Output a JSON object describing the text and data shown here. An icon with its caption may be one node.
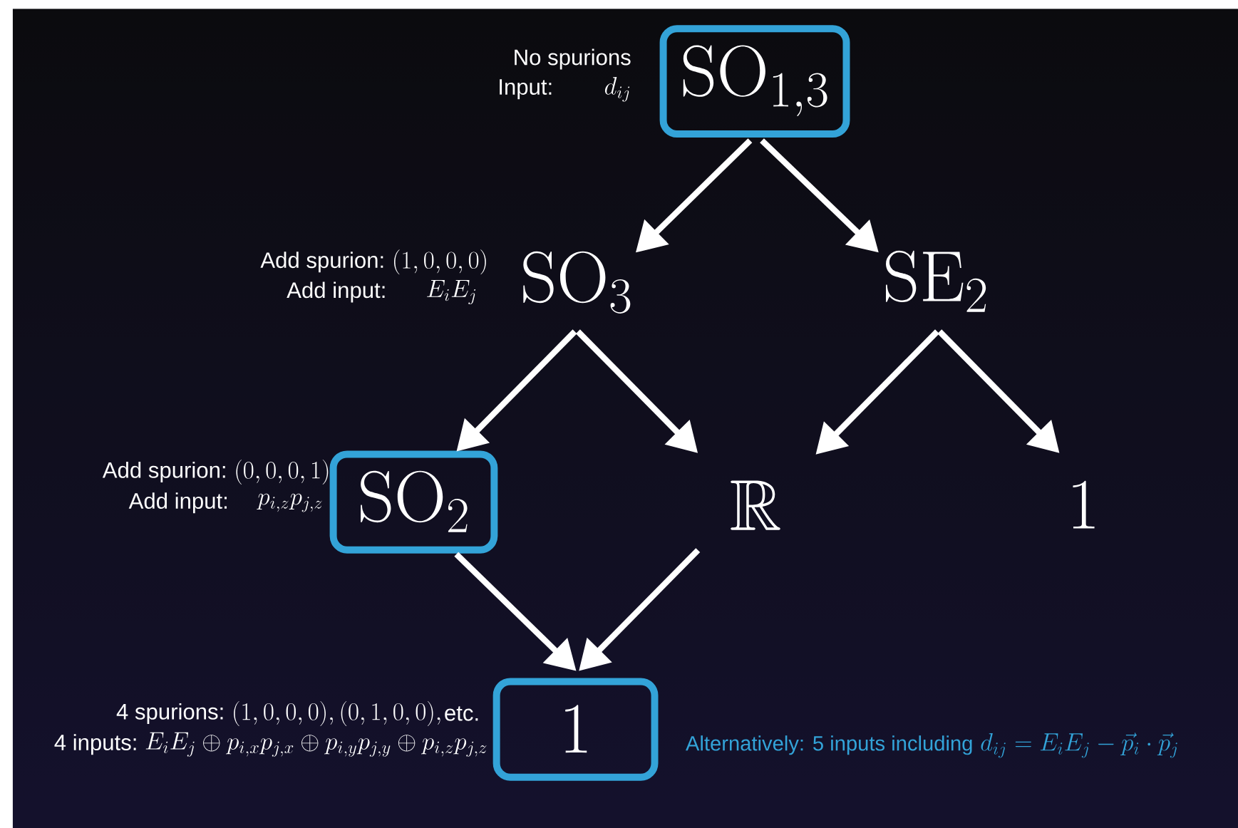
{
  "diagram": {
    "nodes": [
      {
        "text": [
          "\\mathrm{SO}_{1,3}"
        ],
        "beside": [
          "No spurions",
          "Input:",
          "d_{ij}"
        ]
      },
      {
        "text": [
          "\\mathrm{SO}_{3}"
        ],
        "beside": [
          "Add spurion:",
          "(1,0,0,0)",
          "Add input:",
          "E_iE_j"
        ]
      },
      {
        "text": [
          "\\mathrm{SE}_{2}"
        ]
      },
      {
        "text": [
          "\\mathrm{SO}_{2}"
        ],
        "beside": [
          "Add spurion:",
          "(0,0,0,1)",
          "Add input:",
          "p_{i,z}p_{j,z}"
        ]
      },
      {
        "text": [
          "\\mathbb{R}"
        ]
      },
      {
        "text": [
          "1"
        ]
      },
      {
        "text": [
          "1"
        ],
        "beside": [
          "4 spurions:",
          "(1,0,0,0), (0,1,0,0),",
          "etc.",
          "4 inputs:",
          "E_iE_j \\oplus p_{i,x}p_{j,x} \\oplus p_{i,y}p_{j,y} \\oplus p_{i,z}p_{j,z}"
        ]
      }
    ],
    "edges": [
      {
        "from": 0,
        "to": 1,
        "arrow": "to"
      },
      {
        "from": 0,
        "to": 2,
        "arrow": "to"
      },
      {
        "from": 1,
        "to": 3,
        "arrow": "to"
      },
      {
        "from": 1,
        "to": 4,
        "arrow": "to"
      },
      {
        "from": 2,
        "to": 4,
        "arrow": "to"
      },
      {
        "from": 2,
        "to": 5,
        "arrow": "to"
      },
      {
        "from": 3,
        "to": 6,
        "arrow": "to"
      },
      {
        "from": 4,
        "to": 6,
        "arrow": "to"
      }
    ],
    "labels": [
      "Alternatively: 5 inputs including",
      "d_{ij} = E_iE_j - \\vec{p}_i \\cdot \\vec{p}_j"
    ]
  }
}
